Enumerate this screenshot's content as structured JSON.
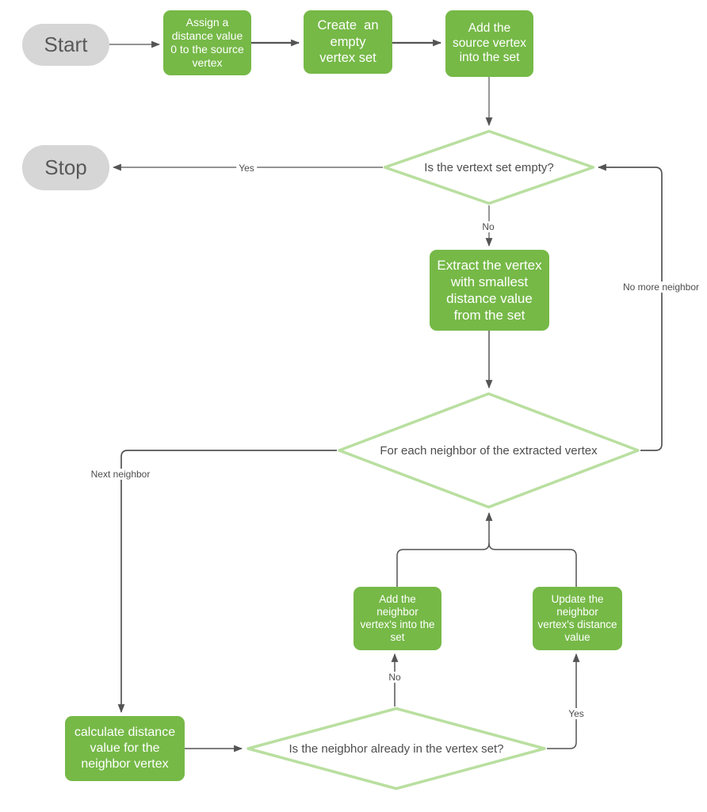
{
  "diagram": {
    "colors": {
      "process_fill": "#76b947",
      "process_text": "#ffffff",
      "terminal_fill": "#d6d6d6",
      "terminal_text": "#595959",
      "decision_fill": "#ffffff",
      "decision_border": "#b9dfa0",
      "decision_text": "#4d4d4d",
      "connector": "#545454",
      "label_text": "#4d4d4d"
    },
    "nodes": {
      "start": {
        "type": "terminal",
        "label": "Start"
      },
      "stop": {
        "type": "terminal",
        "label": "Stop"
      },
      "assign": {
        "type": "process",
        "label": "Assign a\ndistance value\n0 to the source\nvertex"
      },
      "create": {
        "type": "process",
        "label": "Create  an\nempty\nvertex set"
      },
      "add_source": {
        "type": "process",
        "label": "Add the\nsource vertex\ninto the set"
      },
      "set_empty": {
        "type": "decision",
        "label": "Is the vertext set empty?"
      },
      "extract": {
        "type": "process",
        "label": "Extract the vertex\nwith smallest\ndistance value\nfrom the set"
      },
      "foreach": {
        "type": "decision",
        "label": "For each neighbor of the extracted vertex"
      },
      "add_neighbor": {
        "type": "process",
        "label": "Add the\nneighbor\nvertex's into the\nset"
      },
      "update": {
        "type": "process",
        "label": "Update the\nneighbor\nvertex's distance\nvalue"
      },
      "calculate": {
        "type": "process",
        "label": "calculate distance\nvalue for the\nneighbor vertex"
      },
      "in_set": {
        "type": "decision",
        "label": "Is the neigbhor already in the vertex set?"
      }
    },
    "edge_labels": {
      "yes_stop": "Yes",
      "no_extract": "No",
      "no_more_neighbor": "No more neighbor",
      "next_neighbor": "Next neighbor",
      "no_add": "No",
      "yes_update": "Yes"
    }
  }
}
